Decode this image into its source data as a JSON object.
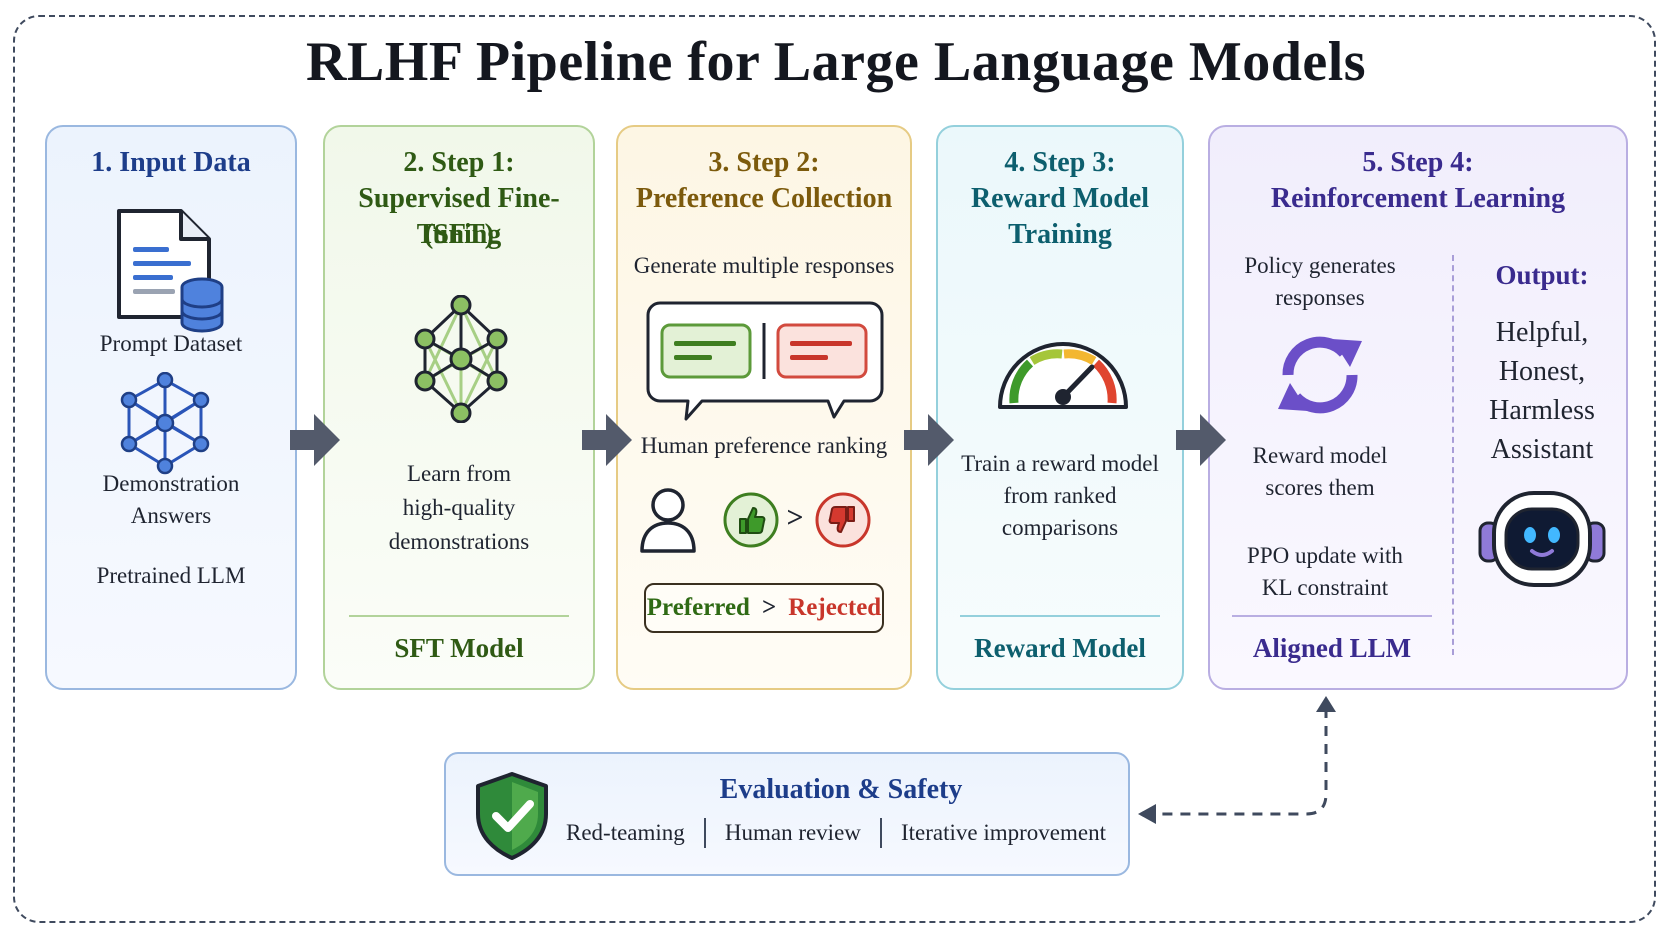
{
  "title": "RLHF Pipeline for Large Language Models",
  "cards": {
    "input": {
      "title": "1. Input Data",
      "items": [
        "Prompt Dataset",
        "Demonstration",
        "Answers",
        "Pretrained LLM"
      ]
    },
    "sft": {
      "title_1": "2. Step 1:",
      "title_2": "Supervised Fine-Tuning",
      "title_3": "(SFT)",
      "body": [
        "Learn from",
        "high-quality",
        "demonstrations"
      ],
      "output": "SFT Model"
    },
    "preference": {
      "title_1": "3. Step 2:",
      "title_2": "Preference Collection",
      "generate": "Generate multiple responses",
      "ranking": "Human preference ranking",
      "compare": ">",
      "preferred": "Preferred",
      "rejected": "Rejected"
    },
    "reward": {
      "title_1": "4. Step 3:",
      "title_2": "Reward Model",
      "title_3": "Training",
      "body": [
        "Train a reward model",
        "from ranked",
        "comparisons"
      ],
      "output": "Reward Model"
    },
    "rl": {
      "title_1": "5. Step 4:",
      "title_2": "Reinforcement Learning",
      "policy": [
        "Policy generates",
        "responses"
      ],
      "scores": [
        "Reward model",
        "scores them"
      ],
      "ppo": [
        "PPO update with",
        "KL constraint"
      ],
      "output": "Aligned LLM",
      "output_label": "Output:",
      "assistant": [
        "Helpful,",
        "Honest,",
        "Harmless",
        "Assistant"
      ]
    }
  },
  "evaluation": {
    "title": "Evaluation & Safety",
    "items": [
      "Red-teaming",
      "Human review",
      "Iterative improvement"
    ]
  },
  "colors": {
    "blue": "#1d3d8a",
    "green": "#2f5a14",
    "amber": "#7c5a0c",
    "teal": "#0d5f6e",
    "purple": "#3a2b8e",
    "arrow": "#535a6b"
  }
}
